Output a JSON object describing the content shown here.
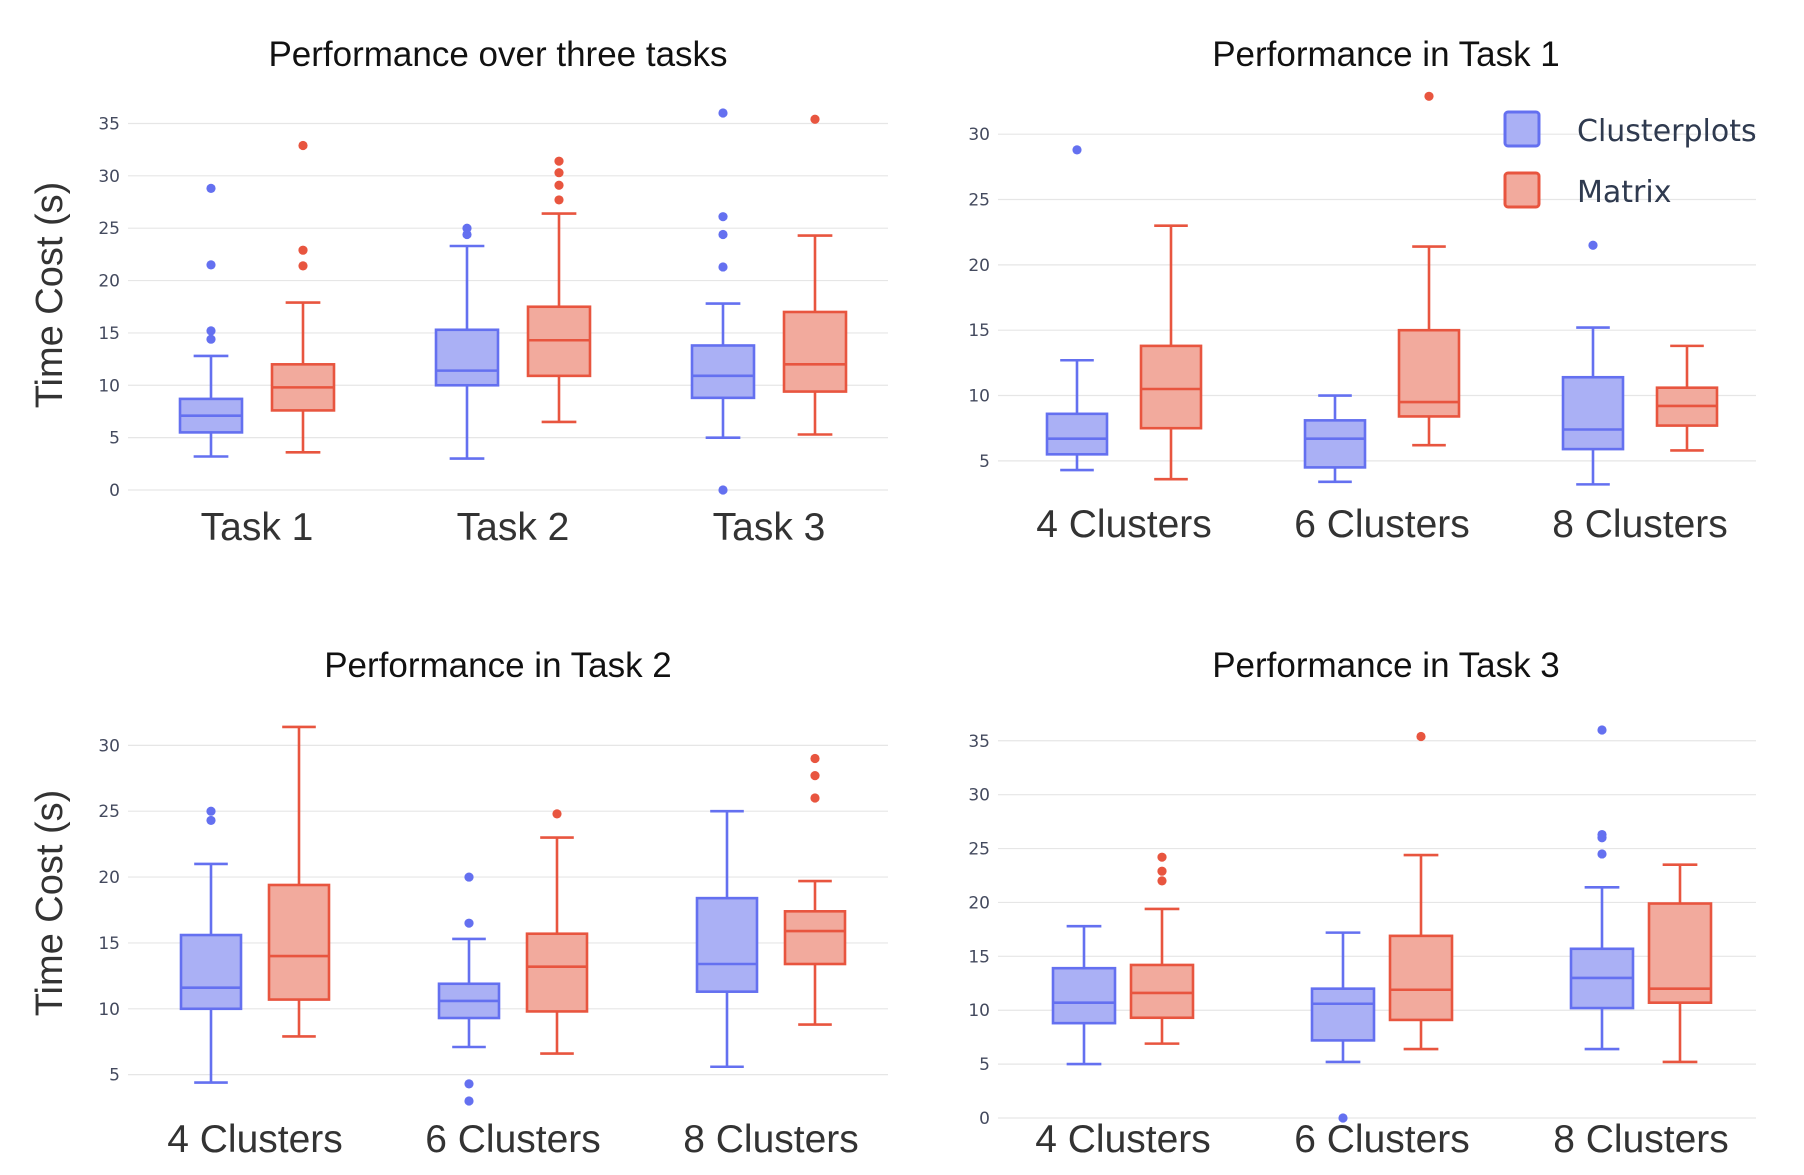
{
  "colors": {
    "clusterplots_line": "#6470f0",
    "clusterplots_fill": "#aab0f5",
    "matrix_line": "#e8553f",
    "matrix_fill": "#f2aa9d"
  },
  "legend": {
    "items": [
      {
        "label": "Clusterplots",
        "series": "clusterplots"
      },
      {
        "label": "Matrix",
        "series": "matrix"
      }
    ],
    "placement": "top-right"
  },
  "chart_data": [
    {
      "type": "box",
      "title": "Performance over three tasks",
      "ylabel": "Time Cost (s)",
      "ylim": [
        0,
        36
      ],
      "yticks": [
        0,
        5,
        10,
        15,
        20,
        25,
        30,
        35
      ],
      "categories": [
        "Task 1",
        "Task 2",
        "Task 3"
      ],
      "series": [
        {
          "name": "Clusterplots",
          "key": "clusterplots",
          "boxes": [
            {
              "lower_whisker": 3.2,
              "q1": 5.5,
              "median": 7.1,
              "q3": 8.7,
              "upper_whisker": 12.8,
              "outliers": [
                14.4,
                15.2,
                21.5,
                28.8
              ]
            },
            {
              "lower_whisker": 3.0,
              "q1": 10.0,
              "median": 11.4,
              "q3": 15.3,
              "upper_whisker": 23.3,
              "outliers": [
                24.4,
                25.0
              ]
            },
            {
              "lower_whisker": 5.0,
              "q1": 8.8,
              "median": 10.9,
              "q3": 13.8,
              "upper_whisker": 17.8,
              "outliers": [
                0.0,
                21.3,
                24.4,
                26.1,
                36.0
              ]
            }
          ]
        },
        {
          "name": "Matrix",
          "key": "matrix",
          "boxes": [
            {
              "lower_whisker": 3.6,
              "q1": 7.6,
              "median": 9.8,
              "q3": 12.0,
              "upper_whisker": 17.9,
              "outliers": [
                21.4,
                22.9,
                32.9
              ]
            },
            {
              "lower_whisker": 6.5,
              "q1": 10.9,
              "median": 14.3,
              "q3": 17.5,
              "upper_whisker": 26.4,
              "outliers": [
                27.7,
                29.1,
                30.3,
                31.4
              ]
            },
            {
              "lower_whisker": 5.3,
              "q1": 9.4,
              "median": 12.0,
              "q3": 17.0,
              "upper_whisker": 24.3,
              "outliers": [
                35.4
              ]
            }
          ]
        }
      ]
    },
    {
      "type": "box",
      "title": "Performance in Task 1",
      "ylabel": "",
      "ylim": [
        3,
        33
      ],
      "yticks": [
        5,
        10,
        15,
        20,
        25,
        30
      ],
      "categories": [
        "4 Clusters",
        "6 Clusters",
        "8 Clusters"
      ],
      "series": [
        {
          "name": "Clusterplots",
          "key": "clusterplots",
          "boxes": [
            {
              "lower_whisker": 4.3,
              "q1": 5.5,
              "median": 6.7,
              "q3": 8.6,
              "upper_whisker": 12.7,
              "outliers": [
                28.8
              ]
            },
            {
              "lower_whisker": 3.4,
              "q1": 4.5,
              "median": 6.7,
              "q3": 8.1,
              "upper_whisker": 10.0,
              "outliers": []
            },
            {
              "lower_whisker": 3.2,
              "q1": 5.9,
              "median": 7.4,
              "q3": 11.4,
              "upper_whisker": 15.2,
              "outliers": [
                21.5
              ]
            }
          ]
        },
        {
          "name": "Matrix",
          "key": "matrix",
          "boxes": [
            {
              "lower_whisker": 3.6,
              "q1": 7.5,
              "median": 10.5,
              "q3": 13.8,
              "upper_whisker": 23.0,
              "outliers": []
            },
            {
              "lower_whisker": 6.2,
              "q1": 8.4,
              "median": 9.5,
              "q3": 15.0,
              "upper_whisker": 21.4,
              "outliers": [
                32.9
              ]
            },
            {
              "lower_whisker": 5.8,
              "q1": 7.7,
              "median": 9.2,
              "q3": 10.6,
              "upper_whisker": 13.8,
              "outliers": []
            }
          ]
        }
      ]
    },
    {
      "type": "box",
      "title": "Performance in Task 2",
      "ylabel": "Time Cost (s)",
      "ylim": [
        3,
        32
      ],
      "yticks": [
        5,
        10,
        15,
        20,
        25,
        30
      ],
      "categories": [
        "4 Clusters",
        "6 Clusters",
        "8 Clusters"
      ],
      "series": [
        {
          "name": "Clusterplots",
          "key": "clusterplots",
          "boxes": [
            {
              "lower_whisker": 4.4,
              "q1": 10.0,
              "median": 11.6,
              "q3": 15.6,
              "upper_whisker": 21.0,
              "outliers": [
                24.3,
                25.0
              ]
            },
            {
              "lower_whisker": 7.1,
              "q1": 9.3,
              "median": 10.6,
              "q3": 11.9,
              "upper_whisker": 15.3,
              "outliers": [
                3.0,
                4.3,
                16.5,
                20.0
              ]
            },
            {
              "lower_whisker": 5.6,
              "q1": 11.3,
              "median": 13.4,
              "q3": 18.4,
              "upper_whisker": 25.0,
              "outliers": []
            }
          ]
        },
        {
          "name": "Matrix",
          "key": "matrix",
          "boxes": [
            {
              "lower_whisker": 7.9,
              "q1": 10.7,
              "median": 14.0,
              "q3": 19.4,
              "upper_whisker": 31.4,
              "outliers": []
            },
            {
              "lower_whisker": 6.6,
              "q1": 9.8,
              "median": 13.2,
              "q3": 15.7,
              "upper_whisker": 23.0,
              "outliers": [
                24.8
              ]
            },
            {
              "lower_whisker": 8.8,
              "q1": 13.4,
              "median": 15.9,
              "q3": 17.4,
              "upper_whisker": 19.7,
              "outliers": [
                26.0,
                27.7,
                29.0
              ]
            }
          ]
        }
      ]
    },
    {
      "type": "box",
      "title": "Performance in Task 3",
      "ylabel": "",
      "ylim": [
        0,
        36
      ],
      "yticks": [
        0,
        5,
        10,
        15,
        20,
        25,
        30,
        35
      ],
      "categories": [
        "4 Clusters",
        "6 Clusters",
        "8 Clusters"
      ],
      "series": [
        {
          "name": "Clusterplots",
          "key": "clusterplots",
          "boxes": [
            {
              "lower_whisker": 5.0,
              "q1": 8.8,
              "median": 10.7,
              "q3": 13.9,
              "upper_whisker": 17.8,
              "outliers": []
            },
            {
              "lower_whisker": 5.2,
              "q1": 7.2,
              "median": 10.6,
              "q3": 12.0,
              "upper_whisker": 17.2,
              "outliers": [
                0.0
              ]
            },
            {
              "lower_whisker": 6.4,
              "q1": 10.2,
              "median": 13.0,
              "q3": 15.7,
              "upper_whisker": 21.4,
              "outliers": [
                24.5,
                26.0,
                26.3,
                36.0
              ]
            }
          ]
        },
        {
          "name": "Matrix",
          "key": "matrix",
          "boxes": [
            {
              "lower_whisker": 6.9,
              "q1": 9.3,
              "median": 11.6,
              "q3": 14.2,
              "upper_whisker": 19.4,
              "outliers": [
                22.0,
                22.9,
                24.2
              ]
            },
            {
              "lower_whisker": 6.4,
              "q1": 9.1,
              "median": 11.9,
              "q3": 16.9,
              "upper_whisker": 24.4,
              "outliers": [
                35.4
              ]
            },
            {
              "lower_whisker": 5.2,
              "q1": 10.7,
              "median": 12.0,
              "q3": 19.9,
              "upper_whisker": 23.5,
              "outliers": []
            }
          ]
        }
      ]
    }
  ]
}
